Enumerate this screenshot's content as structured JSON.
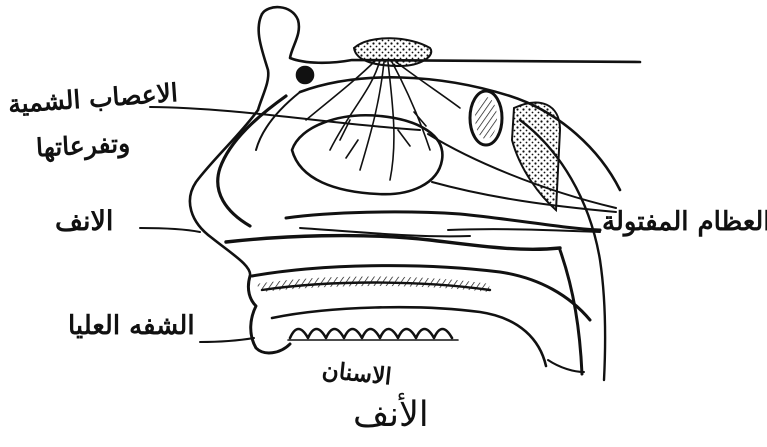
{
  "labels": {
    "olfactory_nerves_line1": "الاعصاب الشمية",
    "olfactory_nerves_line2": "وتفرعاتها",
    "nose": "الانف",
    "turbinates": "العظام المفتولة",
    "upper_lip": "الشفه العليا",
    "teeth": "الاسنان"
  },
  "caption": "الأنف",
  "colors": {
    "ink": "#111111",
    "background": "#ffffff"
  }
}
